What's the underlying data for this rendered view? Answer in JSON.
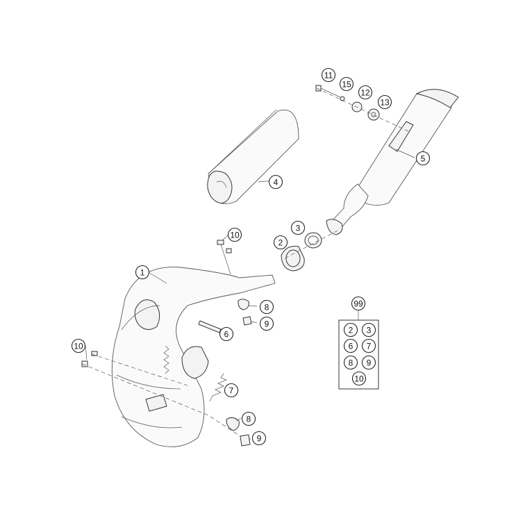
{
  "diagram": {
    "callouts": [
      {
        "id": "c1",
        "label": "1"
      },
      {
        "id": "c2",
        "label": "2"
      },
      {
        "id": "c3",
        "label": "3"
      },
      {
        "id": "c4",
        "label": "4"
      },
      {
        "id": "c5",
        "label": "5"
      },
      {
        "id": "c6",
        "label": "6"
      },
      {
        "id": "c7",
        "label": "7"
      },
      {
        "id": "c8a",
        "label": "8"
      },
      {
        "id": "c8b",
        "label": "8"
      },
      {
        "id": "c9a",
        "label": "9"
      },
      {
        "id": "c9b",
        "label": "9"
      },
      {
        "id": "c10a",
        "label": "10"
      },
      {
        "id": "c10b",
        "label": "10"
      },
      {
        "id": "c11",
        "label": "11"
      },
      {
        "id": "c12",
        "label": "12"
      },
      {
        "id": "c13",
        "label": "13"
      },
      {
        "id": "c15",
        "label": "15"
      }
    ],
    "kit": {
      "label": "99",
      "items": [
        "2",
        "3",
        "6",
        "7",
        "8",
        "9",
        "10"
      ]
    }
  }
}
